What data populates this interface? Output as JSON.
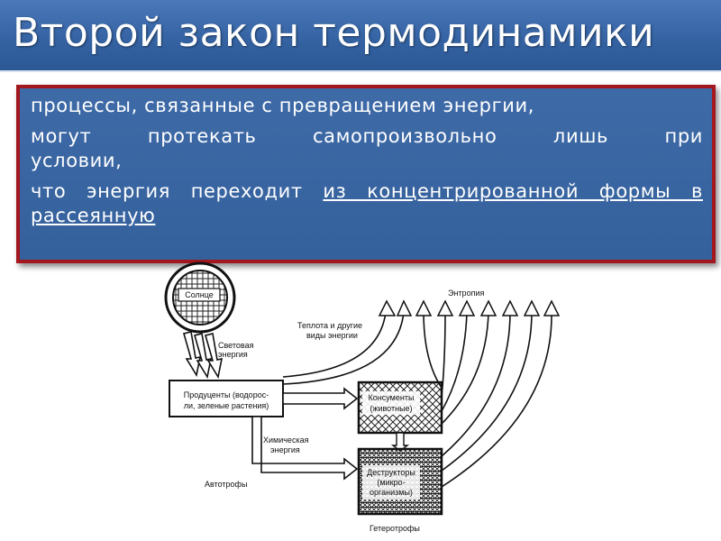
{
  "slide": {
    "title": "Второй закон термодинамики",
    "colors": {
      "title_bg": "#3563a3",
      "box_bg": "#3a66a3",
      "box_border": "#a3181f",
      "text": "#ffffff"
    }
  },
  "definition": {
    "line1": "процессы, связанные с превращением энергии,",
    "line2": "могут протекать самопроизвольно лишь при",
    "line3": "условии,",
    "line4_prefix": "что энергия переходит ",
    "line4_underlined": "из концентрированной формы в рассеянную"
  },
  "diagram": {
    "sun": "Солнце",
    "light_energy": [
      "Световая",
      "энергия"
    ],
    "heat": [
      "Теплота и другие",
      "виды энергии"
    ],
    "entropy": "Энтропия",
    "producers": [
      "Продуценты (водорос-",
      "ли, зеленые растения)"
    ],
    "consumers": [
      "Консументы",
      "(животные)"
    ],
    "chemical_energy": [
      "Химическая",
      "энергия"
    ],
    "decomposers": [
      "Деструкторы",
      "(микро-",
      "организмы)"
    ],
    "autotrophs": "Автотрофы",
    "heterotrophs": "Гетеротрофы"
  }
}
